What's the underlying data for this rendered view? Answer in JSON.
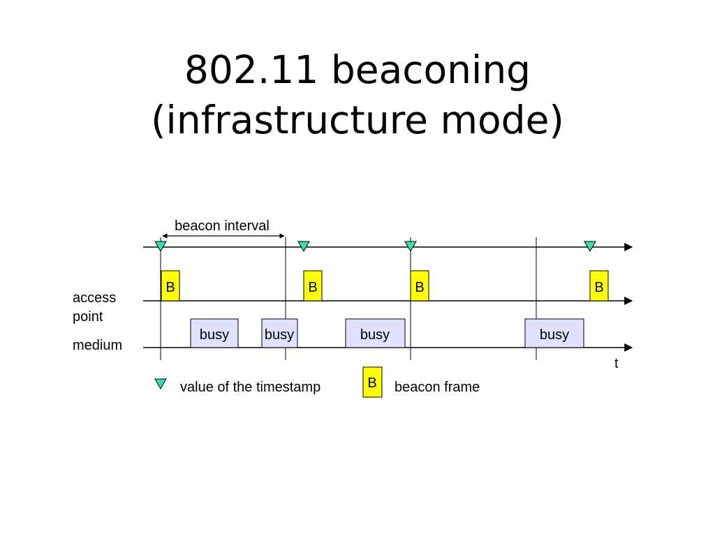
{
  "slide": {
    "title_line1": "802.11 beaconing",
    "title_line2": "(infrastructure mode)"
  },
  "diagram": {
    "interval_label": "beacon interval",
    "row_labels": {
      "access_point_line1": "access",
      "access_point_line2": "point",
      "medium": "medium"
    },
    "time_axis_label": "t",
    "beacon_label": "B",
    "busy_label": "busy",
    "legend": {
      "timestamp_text": "value of the timestamp",
      "beacon_text": "beacon frame",
      "beacon_symbol": "B"
    }
  },
  "colors": {
    "timestamp_marker": "#33e0b0",
    "beacon_fill": "#ffff00",
    "busy_fill": "#e0e0ff"
  }
}
